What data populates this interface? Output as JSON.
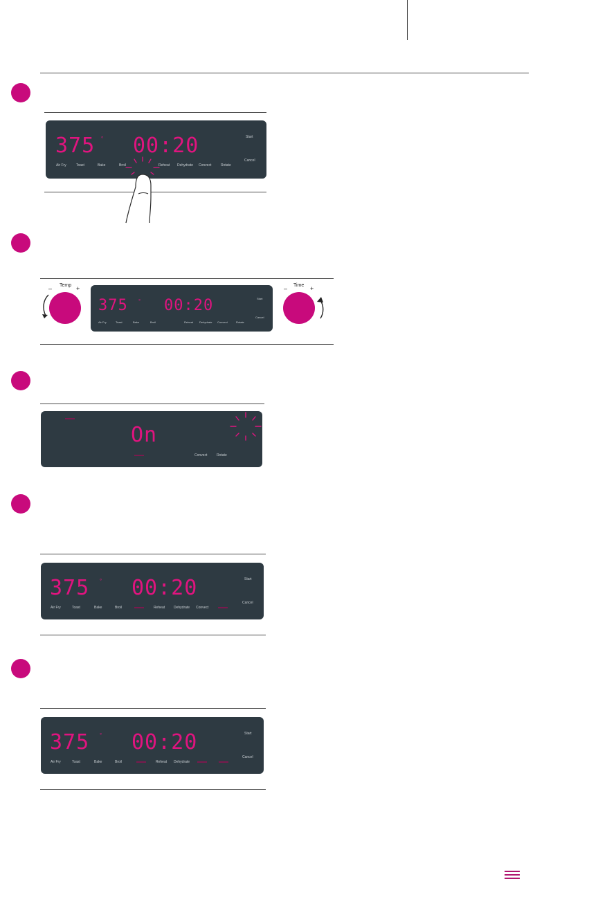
{
  "panel_labels": {
    "air_fry": "Air Fry",
    "toast": "Toast",
    "bake": "Bake",
    "broil": "Broil",
    "reheat": "Reheat",
    "dehydrate": "Dehydrate",
    "convect": "Convect",
    "rotate": "Rotate",
    "start": "Start",
    "cancel": "Cancel"
  },
  "display": {
    "temp": "375",
    "deg": "°",
    "time": "00:20",
    "on_text": "On"
  },
  "knobs": {
    "temp_label": "Temp",
    "time_label": "Time",
    "minus": "–",
    "plus": "+"
  },
  "colors": {
    "accent": "#c80a7c",
    "segment": "#e0147f",
    "panel": "#2e3a42"
  },
  "icons": {
    "menu": "hamburger-menu-icon",
    "finger": "finger-press-icon",
    "rotate_ccw": "rotate-ccw-arrow-icon",
    "rotate_cw": "rotate-cw-arrow-icon"
  }
}
